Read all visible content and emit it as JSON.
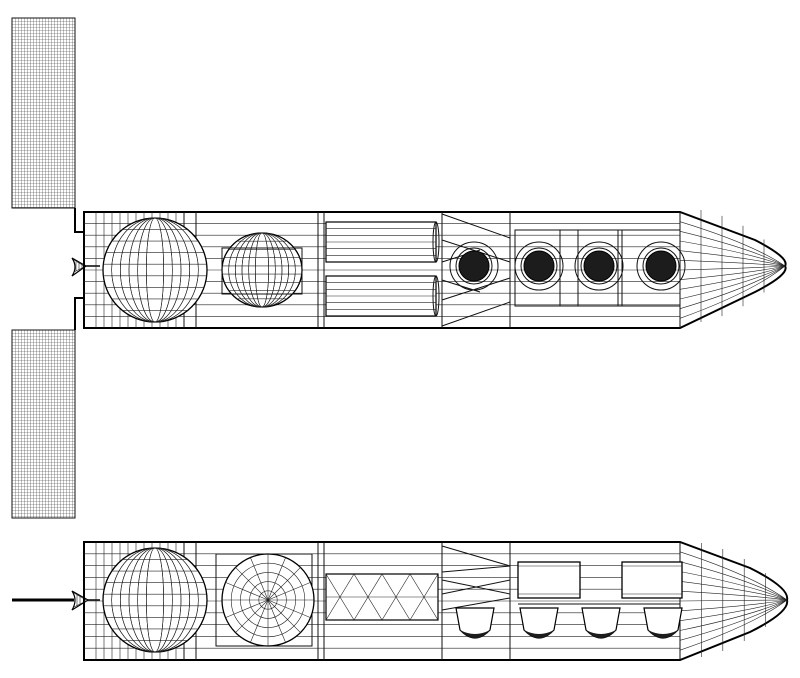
{
  "diagram": {
    "views": [
      {
        "id": "top-view",
        "solar_panels": 2,
        "spherical_tanks": 2,
        "cylindrical_tanks": 2,
        "engines": 4
      },
      {
        "id": "side-view",
        "spherical_tanks": 2,
        "lattice_truss": 1,
        "engine_bells": 4,
        "boxes": 3
      }
    ],
    "colors": {
      "ink": "#111111",
      "paper": "#ffffff",
      "engine_fill": "#1c1c1c"
    }
  }
}
